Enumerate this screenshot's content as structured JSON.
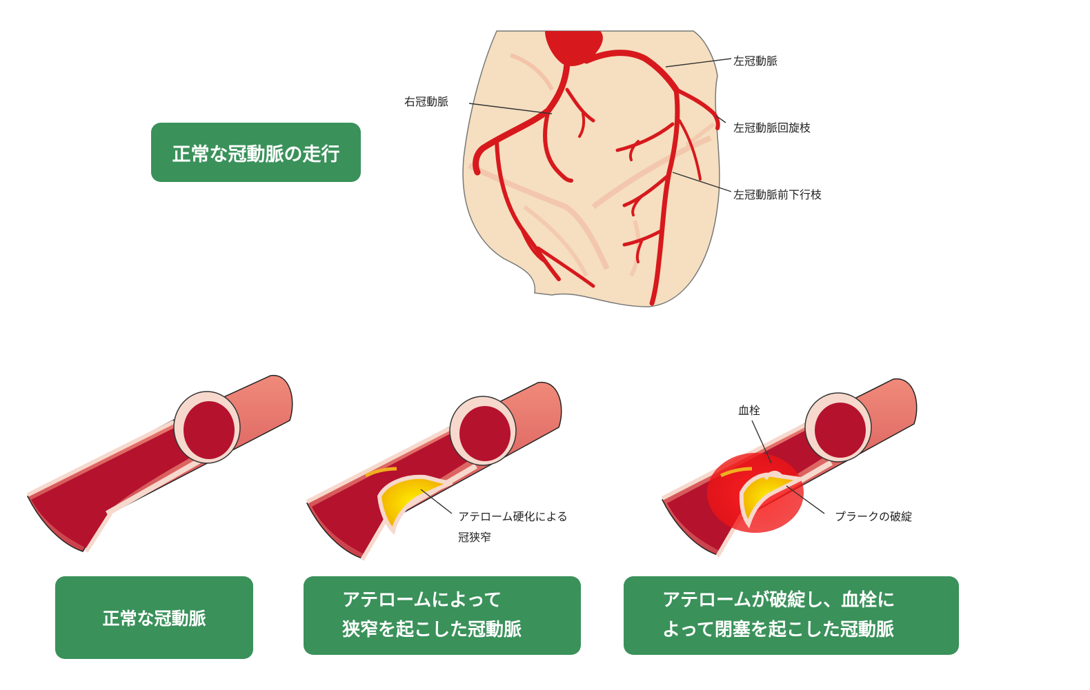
{
  "heart": {
    "title": "正常な冠動脈の走行",
    "labels": {
      "right_coronary": "右冠動脈",
      "left_coronary": "左冠動脈",
      "circumflex": "左冠動脈回旋枝",
      "anterior_descending": "左冠動脈前下行枝"
    }
  },
  "vessels": {
    "normal": {
      "caption": "正常な冠動脈"
    },
    "stenosis": {
      "caption_line1": "アテロームによって",
      "caption_line2": "狭窄を起こした冠動脈",
      "label_line1": "アテローム硬化による",
      "label_line2": "冠狭窄"
    },
    "occlusion": {
      "caption_line1": "アテロームが破綻し、血栓に",
      "caption_line2": "よって閉塞を起こした冠動脈",
      "label_thrombus": "血栓",
      "label_rupture": "プラークの破綻"
    }
  },
  "colors": {
    "box_green": "#3a915a",
    "heart_skin": "#f5dfc0",
    "artery_red": "#d7191d",
    "vessel_outer": "#e06a5c",
    "vessel_inner": "#b5122e",
    "plaque_yellow": "#ffd600"
  }
}
